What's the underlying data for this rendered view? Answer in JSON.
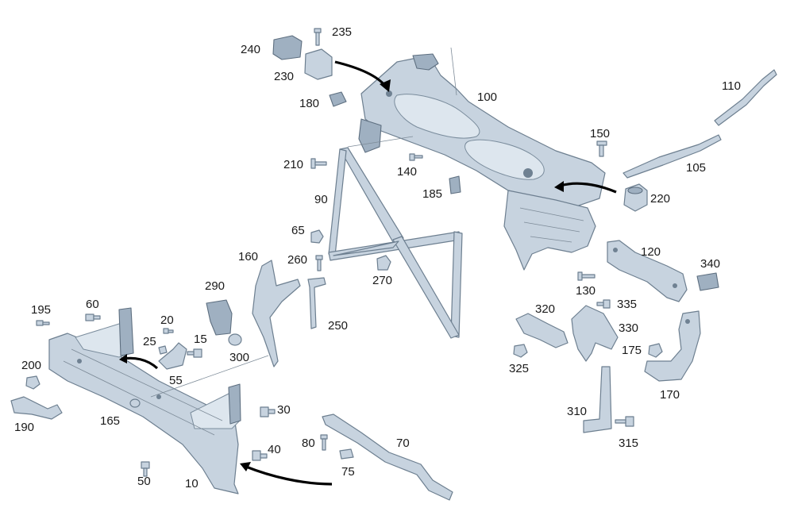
{
  "diagram": {
    "labels": {
      "p10": "10",
      "p15": "15",
      "p20": "20",
      "p25": "25",
      "p30": "30",
      "p40": "40",
      "p50": "50",
      "p55": "55",
      "p60": "60",
      "p65": "65",
      "p70": "70",
      "p75": "75",
      "p80": "80",
      "p90": "90",
      "p100": "100",
      "p105": "105",
      "p110": "110",
      "p120": "120",
      "p130": "130",
      "p140": "140",
      "p150": "150",
      "p160": "160",
      "p165": "165",
      "p170": "170",
      "p175": "175",
      "p180": "180",
      "p185": "185",
      "p190": "190",
      "p195": "195",
      "p200": "200",
      "p210": "210",
      "p220": "220",
      "p230": "230",
      "p235": "235",
      "p240": "240",
      "p250": "250",
      "p260": "260",
      "p270": "270",
      "p290": "290",
      "p300": "300",
      "p310": "310",
      "p315": "315",
      "p320": "320",
      "p325": "325",
      "p330": "330",
      "p335": "335",
      "p340": "340"
    }
  }
}
